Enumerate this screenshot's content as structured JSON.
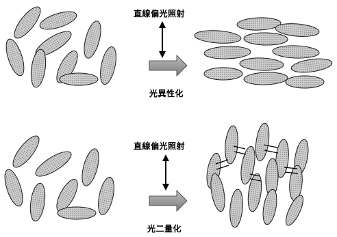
{
  "panel_top": {
    "irradiation_label": "直線偏光照射",
    "result_label": "光異性化"
  },
  "panel_bottom": {
    "irradiation_label": "直線偏光照射",
    "result_label": "光二量化"
  },
  "colors": {
    "ellipse_fill": "#c4c4c4",
    "ellipse_stroke": "#1a1a1a",
    "arrow_fill": "#9a9a9a",
    "ink": "#000000"
  }
}
